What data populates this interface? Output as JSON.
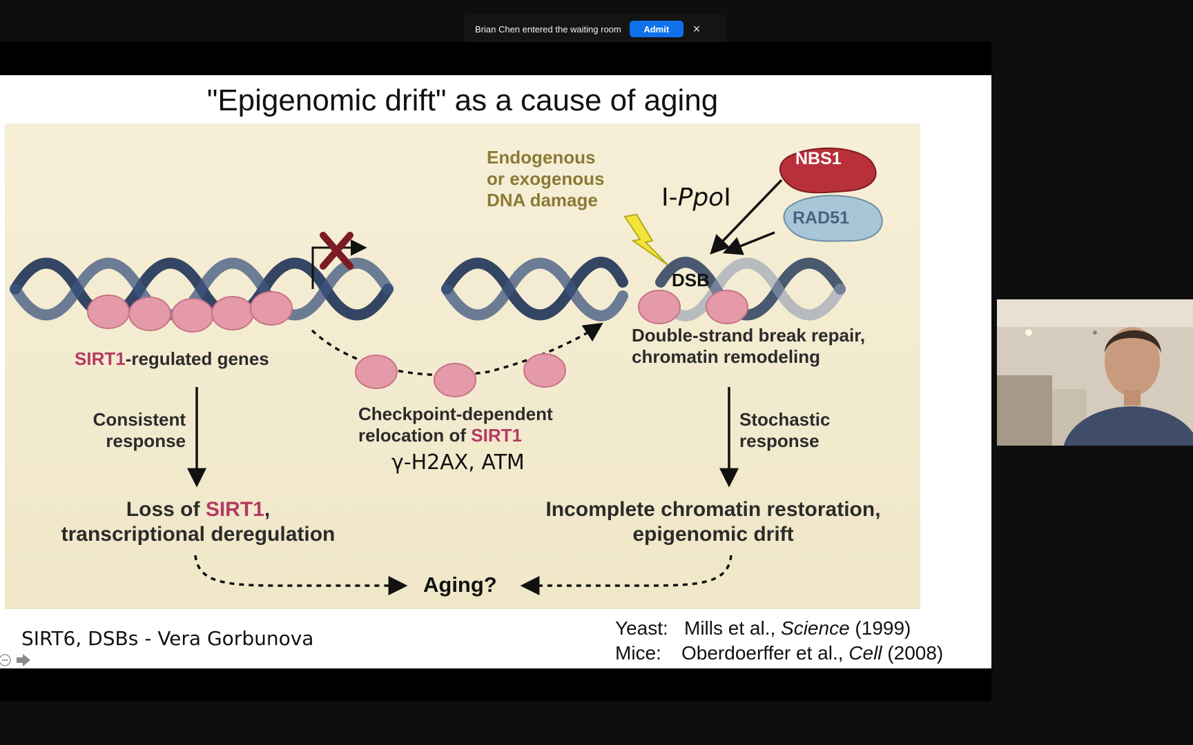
{
  "notification": {
    "text": "Brian Chen entered the waiting room",
    "admit_label": "Admit",
    "close_icon": "×"
  },
  "slide": {
    "title": "\"Epigenomic drift\" as a cause of aging",
    "figure": {
      "damage_line1": "Endogenous",
      "damage_line2": "or exogenous",
      "damage_line3": "DNA damage",
      "enzyme_prefix": "I-",
      "enzyme_italic": "Ppo",
      "enzyme_suffix": "I",
      "nbs1": "NBS1",
      "rad51": "RAD51",
      "dsb": "DSB",
      "sirt1": "SIRT1",
      "regulated_genes": "-regulated genes",
      "repair_line1": "Double-strand break repair,",
      "repair_line2": "chromatin remodeling",
      "consistent_line1": "Consistent",
      "consistent_line2": "response",
      "checkpoint_line1": "Checkpoint-dependent",
      "checkpoint_line2": "relocation of ",
      "h2ax": "γ-H2AX, ATM",
      "stochastic_line1": "Stochastic",
      "stochastic_line2": "response",
      "loss_prefix": "Loss of ",
      "loss_suffix": ",",
      "loss_line2": "transcriptional deregulation",
      "incomplete_line1": "Incomplete chromatin restoration,",
      "incomplete_line2": "epigenomic drift",
      "aging": "Aging?"
    },
    "footer_left": "SIRT6, DSBs - Vera Gorbunova",
    "ref_yeast_label": "Yeast:",
    "ref_yeast_authors": "Mills et al., ",
    "ref_yeast_journal": "Science",
    "ref_yeast_year": " (1999)",
    "ref_mice_label": "Mice:",
    "ref_mice_authors": "Oberdoerffer et al., ",
    "ref_mice_journal": "Cell",
    "ref_mice_year": " (2008)"
  },
  "colors": {
    "admit_blue": "#0e71eb",
    "sirt1_pink": "#b33a63",
    "dna_navy": "#1f3358",
    "nucleosome": "#e49aa8",
    "nbs1_red": "#b8303a",
    "rad51_blue": "#a9c6d8"
  }
}
